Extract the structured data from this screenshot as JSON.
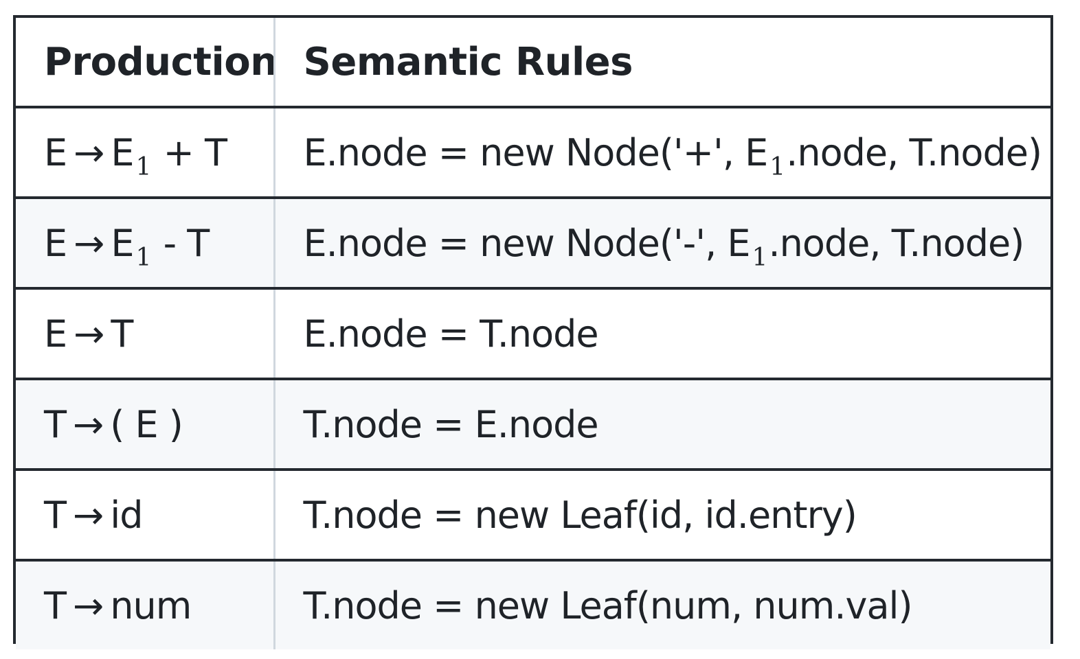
{
  "table": {
    "headers": {
      "production": "Production",
      "semantic_rules": "Semantic Rules"
    },
    "rows": [
      {
        "production": {
          "lhs": "E",
          "arrow": "→",
          "rhs_pre": "E",
          "rhs_sub": "1",
          "rhs_post": " + T"
        },
        "rule": {
          "pre": "E.node = new Node('+', E",
          "sub": "1",
          "post": ".node, T.node)"
        }
      },
      {
        "production": {
          "lhs": "E",
          "arrow": "→",
          "rhs_pre": "E",
          "rhs_sub": "1",
          "rhs_post": " - T"
        },
        "rule": {
          "pre": "E.node = new Node('-', E",
          "sub": "1",
          "post": ".node, T.node)"
        }
      },
      {
        "production": {
          "lhs": "E",
          "arrow": "→",
          "rhs_pre": "T",
          "rhs_sub": "",
          "rhs_post": ""
        },
        "rule": {
          "pre": "E.node = T.node",
          "sub": "",
          "post": ""
        }
      },
      {
        "production": {
          "lhs": "T",
          "arrow": "→",
          "rhs_pre": "( E )",
          "rhs_sub": "",
          "rhs_post": ""
        },
        "rule": {
          "pre": "T.node = E.node",
          "sub": "",
          "post": ""
        }
      },
      {
        "production": {
          "lhs": "T",
          "arrow": "→",
          "rhs_pre": "id",
          "rhs_sub": "",
          "rhs_post": ""
        },
        "rule": {
          "pre": "T.node = new Leaf(id, id.entry)",
          "sub": "",
          "post": ""
        }
      },
      {
        "production": {
          "lhs": "T",
          "arrow": "→",
          "rhs_pre": "num",
          "rhs_sub": "",
          "rhs_post": ""
        },
        "rule": {
          "pre": "T.node = new Leaf(num, num.val)",
          "sub": "",
          "post": ""
        }
      }
    ]
  },
  "colors": {
    "border": "#24292f",
    "column_divider": "#d0d7de",
    "alt_row_background": "#f6f8fa",
    "text": "#1f2328"
  }
}
